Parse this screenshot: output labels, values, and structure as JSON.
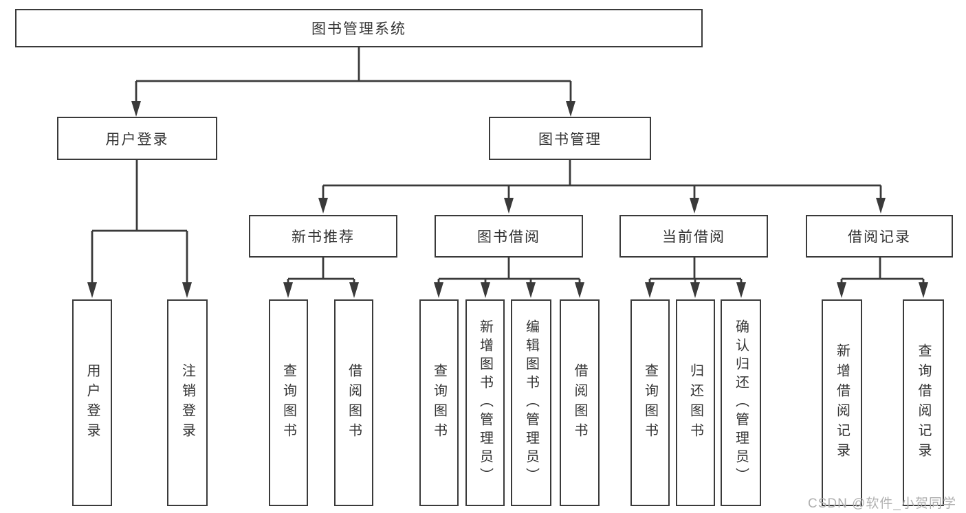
{
  "diagram_title": "图书管理系统",
  "tree": {
    "root": {
      "label": "图书管理系统",
      "children": [
        {
          "label": "用户登录",
          "children": [
            {
              "label": "用户登录"
            },
            {
              "label": "注销登录"
            }
          ]
        },
        {
          "label": "图书管理",
          "children": [
            {
              "label": "新书推荐",
              "children": [
                {
                  "label": "查询图书"
                },
                {
                  "label": "借阅图书"
                }
              ]
            },
            {
              "label": "图书借阅",
              "children": [
                {
                  "label": "查询图书"
                },
                {
                  "label": "新增图书（管理员）"
                },
                {
                  "label": "编辑图书（管理员）"
                },
                {
                  "label": "借阅图书"
                }
              ]
            },
            {
              "label": "当前借阅",
              "children": [
                {
                  "label": "查询图书"
                },
                {
                  "label": "归还图书"
                },
                {
                  "label": "确认归还（管理员）"
                }
              ]
            },
            {
              "label": "借阅记录",
              "children": [
                {
                  "label": "新增借阅记录"
                },
                {
                  "label": "查询借阅记录"
                }
              ]
            }
          ]
        }
      ]
    }
  },
  "watermark": "CSDN @软件_小贺同学",
  "colors": {
    "line": "#3a3a3a",
    "text": "#333333",
    "background": "#ffffff",
    "watermark": "#b0b0b0"
  }
}
